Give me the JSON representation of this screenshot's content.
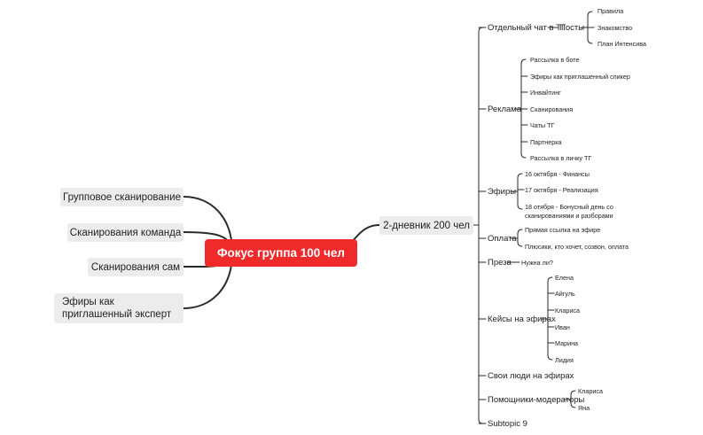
{
  "root": {
    "label": "Фокус группа 100 чел"
  },
  "left": [
    {
      "label": "Групповое сканирование"
    },
    {
      "label": "Сканирования команда"
    },
    {
      "label": "Сканирования сам"
    },
    {
      "label": "Эфиры как приглашенный эксперт"
    }
  ],
  "right_main": {
    "label": "2-дневник 200 чел"
  },
  "branches": [
    {
      "label": "Отдельный чат в ТГ"
    },
    {
      "label": "Посты"
    },
    {
      "label": "Правила"
    },
    {
      "label": "Знакомство"
    },
    {
      "label": "План Интенсива"
    },
    {
      "label": "Реклама"
    },
    {
      "label": "Рассылка в боте"
    },
    {
      "label": "Эфиры как приглашенный спикер"
    },
    {
      "label": "Инвайтинг"
    },
    {
      "label": "Сканирования"
    },
    {
      "label": "Чаты ТГ"
    },
    {
      "label": "Партнерка"
    },
    {
      "label": "Рассылка в личку ТГ"
    },
    {
      "label": "Эфиры"
    },
    {
      "label": "16 октября - Финансы"
    },
    {
      "label": "17 октября - Реализация"
    },
    {
      "label": "18 отября - Бонусный день со сканированиями и разборами"
    },
    {
      "label": "Оплата"
    },
    {
      "label": "Прямая ссылка на эфире"
    },
    {
      "label": "Плюсики, кто хочет, созвон, оплата"
    },
    {
      "label": "Преза"
    },
    {
      "label": "Нужна ли?"
    },
    {
      "label": "Кейсы на эфирах"
    },
    {
      "label": "Елена"
    },
    {
      "label": "Айгуль"
    },
    {
      "label": "Клариса"
    },
    {
      "label": "Иван"
    },
    {
      "label": "Марина"
    },
    {
      "label": "Лидия"
    },
    {
      "label": "Свои люди на эфирах"
    },
    {
      "label": "Помощники-модераторы"
    },
    {
      "label": "Клариса"
    },
    {
      "label": "Яна"
    },
    {
      "label": "Subtopic 9"
    }
  ]
}
